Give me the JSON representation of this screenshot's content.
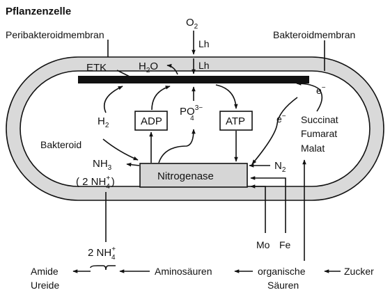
{
  "diagram": {
    "title": "Pflanzenzelle",
    "peribacteroid_membrane": "Peribakteroidmembran",
    "bacteroid_membrane": "Bakteroidmembran",
    "bacteroid": "Bakteroid",
    "etk": "ETK",
    "oxygen": {
      "main": "O",
      "sub": "2"
    },
    "lh_outer": "Lh",
    "lh_inner": "Lh",
    "water": {
      "a": "H",
      "sub": "2",
      "b": "O"
    },
    "hydrogen": {
      "main": "H",
      "sub": "2"
    },
    "adp": "ADP",
    "phosphate": {
      "main": "PO",
      "sup": "3−",
      "sub": "4"
    },
    "atp": "ATP",
    "electron_top": {
      "main": "e",
      "sup": "−"
    },
    "electron_mid": {
      "main": "e",
      "sup": "−"
    },
    "succinat": "Succinat",
    "fumarat": "Fumarat",
    "malat": "Malat",
    "nitrogenase": "Nitrogenase",
    "ammonia": {
      "main": "NH",
      "sub": "3"
    },
    "ammonium_paren": {
      "open": "( 2 NH",
      "sup": "+",
      "sub": "4",
      "close": ")"
    },
    "nitrogen": {
      "main": "N",
      "sub": "2"
    },
    "mo": "Mo",
    "fe": "Fe",
    "ammonium": {
      "main": "2 NH",
      "sup": "+",
      "sub": "4"
    },
    "amide": "Amide",
    "ureide": "Ureide",
    "aminosaeuren": "Aminosäuren",
    "organische": "organische",
    "saeuren": "Säuren",
    "zucker": "Zucker"
  }
}
